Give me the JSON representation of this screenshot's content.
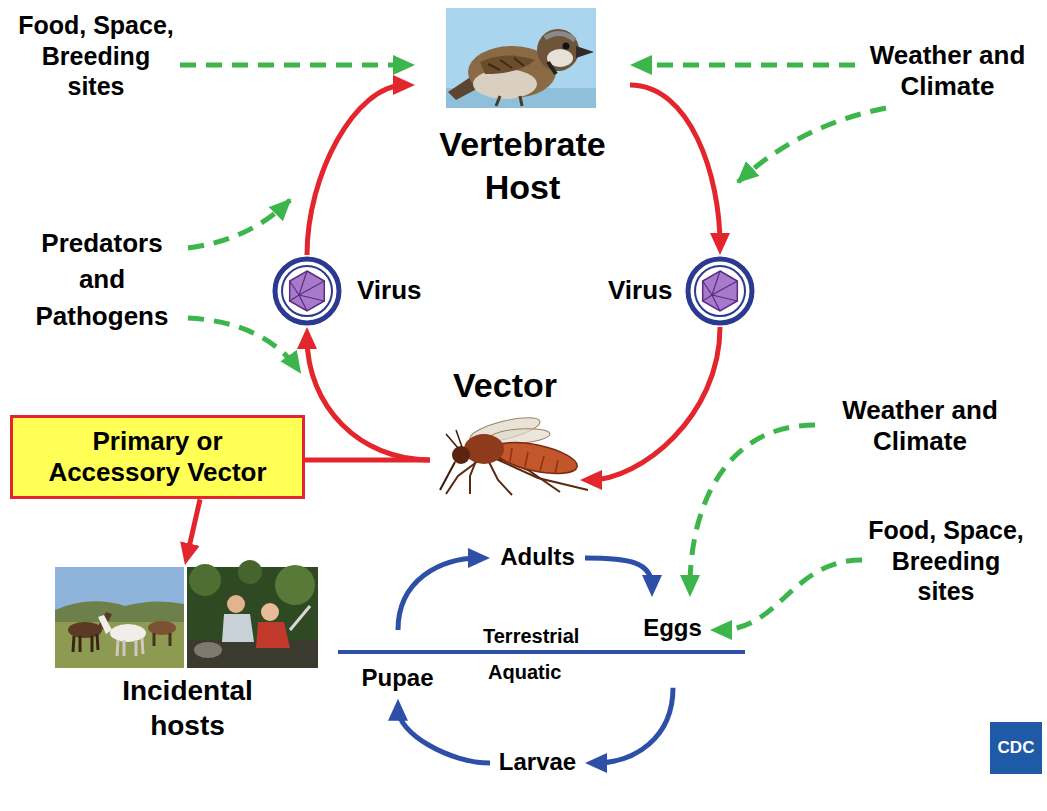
{
  "diagram": {
    "nodes": [
      {
        "text": [
          "Food, Space, Breeding sites"
        ]
      },
      {
        "text": [
          "Vertebrate Host"
        ]
      },
      {
        "text": [
          "Weather and Climate"
        ]
      },
      {
        "text": [
          "Predators and Pathogens"
        ]
      },
      {
        "text": [
          "Virus"
        ]
      },
      {
        "text": [
          "Virus"
        ]
      },
      {
        "text": [
          "Vector"
        ]
      },
      {
        "text": [
          "Weather and Climate"
        ]
      },
      {
        "text": [
          "Primary or Accessory Vector"
        ]
      },
      {
        "text": [
          "Incidental hosts"
        ]
      },
      {
        "text": [
          "Adults"
        ]
      },
      {
        "text": [
          "Food, Space, Breeding sites"
        ]
      },
      {
        "text": [
          "Eggs"
        ]
      },
      {
        "text": [
          "Pupae"
        ]
      },
      {
        "text": [
          "Larvae"
        ]
      }
    ],
    "edges": [
      {
        "from": 1,
        "to": 5,
        "arrow": "to"
      },
      {
        "from": 5,
        "to": 6,
        "arrow": "to"
      },
      {
        "from": 6,
        "to": 4,
        "arrow": "to"
      },
      {
        "from": 4,
        "to": 1,
        "arrow": "to"
      },
      {
        "from": 6,
        "to": 8,
        "arrow": "none"
      },
      {
        "from": 8,
        "to": 9,
        "arrow": "to"
      },
      {
        "from": 13,
        "to": 10,
        "arrow": "to"
      },
      {
        "from": 10,
        "to": 12,
        "arrow": "to"
      },
      {
        "from": 12,
        "to": 14,
        "arrow": "to"
      },
      {
        "from": 14,
        "to": 13,
        "arrow": "to"
      },
      {
        "from": 0,
        "to": 1,
        "arrow": "to"
      },
      {
        "from": 2,
        "to": 1,
        "arrow": "to"
      },
      {
        "from": 7,
        "to": 12,
        "arrow": "to"
      },
      {
        "from": 11,
        "to": 12,
        "arrow": "to"
      }
    ],
    "labels": [
      "Terrestrial",
      "Aquatic",
      "CDC"
    ]
  }
}
